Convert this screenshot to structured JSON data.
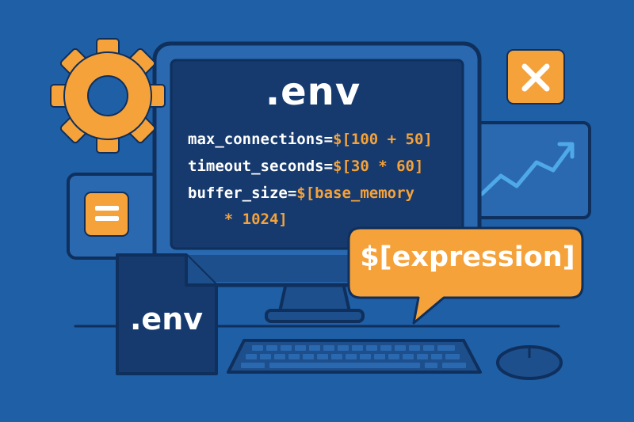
{
  "colors": {
    "background": "#1f5fa5",
    "screen": "#163a6e",
    "outline": "#0f2f5c",
    "accent": "#f5a23a",
    "text": "#ffffff"
  },
  "screen": {
    "title": ".env",
    "lines": [
      {
        "key": "max_connections=",
        "value": "$[100 + 50]"
      },
      {
        "key": "timeout_seconds=",
        "value": "$[30 * 60]"
      },
      {
        "key": "buffer_size=",
        "value": "$[base_memory"
      },
      {
        "key": "    ",
        "value": "* 1024]"
      }
    ]
  },
  "file_icon": {
    "label": ".env"
  },
  "speech_bubble": {
    "text": "$[expression]"
  },
  "icons": [
    "gear-icon",
    "close-icon",
    "equals-icon",
    "trend-chart-icon",
    "file-icon",
    "monitor-icon",
    "keyboard-icon",
    "mouse-icon"
  ]
}
